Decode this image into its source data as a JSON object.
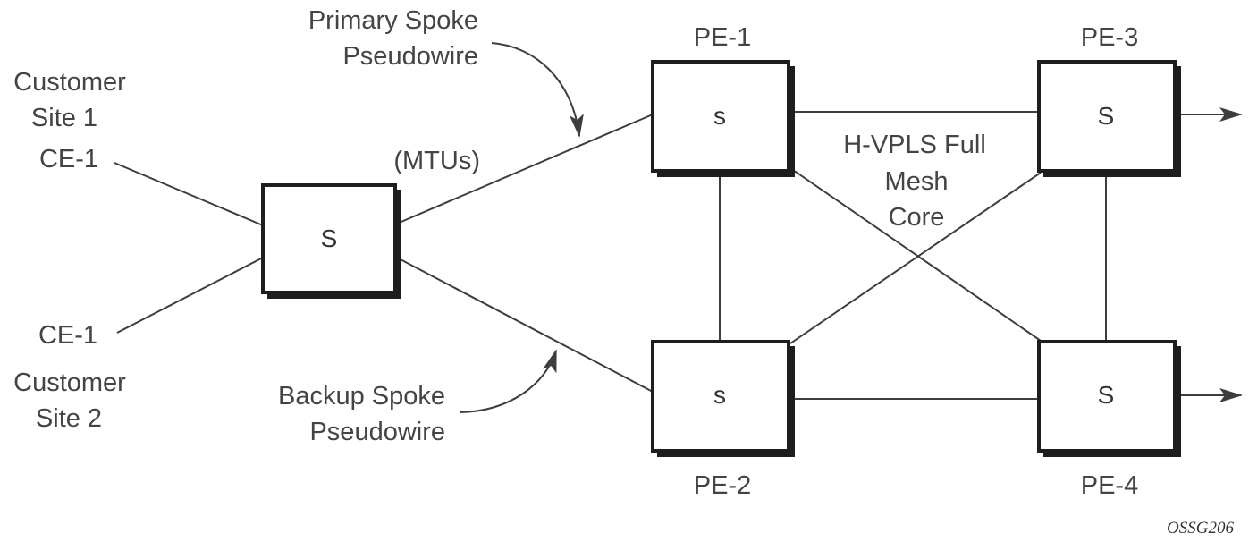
{
  "diagram": {
    "labels": {
      "primary_spoke_line1": "Primary Spoke",
      "primary_spoke_line2": "Pseudowire",
      "backup_spoke_line1": "Backup Spoke",
      "backup_spoke_line2": "Pseudowire",
      "customer_site_1_line1": "Customer",
      "customer_site_1_line2": "Site 1",
      "ce1_top": "CE-1",
      "ce1_bottom": "CE-1",
      "customer_site_2_line1": "Customer",
      "customer_site_2_line2": "Site 2",
      "mtus": "(MTUs)",
      "core_line1": "H-VPLS Full",
      "core_line2": "Mesh",
      "core_line3": "Core",
      "figure_id": "OSSG206"
    },
    "nodes": {
      "mtu": {
        "name": "",
        "symbol": "S"
      },
      "pe1": {
        "name": "PE-1",
        "symbol": "s"
      },
      "pe2": {
        "name": "PE-2",
        "symbol": "s"
      },
      "pe3": {
        "name": "PE-3",
        "symbol": "S"
      },
      "pe4": {
        "name": "PE-4",
        "symbol": "S"
      }
    },
    "links": [
      {
        "from": "CE-1 (Site 1)",
        "to": "MTU"
      },
      {
        "from": "CE-1 (Site 2)",
        "to": "MTU"
      },
      {
        "from": "MTU",
        "to": "PE-1",
        "type": "primary spoke pseudowire"
      },
      {
        "from": "MTU",
        "to": "PE-2",
        "type": "backup spoke pseudowire"
      },
      {
        "from": "PE-1",
        "to": "PE-3"
      },
      {
        "from": "PE-1",
        "to": "PE-2"
      },
      {
        "from": "PE-1",
        "to": "PE-4"
      },
      {
        "from": "PE-2",
        "to": "PE-3"
      },
      {
        "from": "PE-2",
        "to": "PE-4"
      },
      {
        "from": "PE-3",
        "to": "PE-4"
      },
      {
        "from": "PE-3",
        "to": "outbound"
      },
      {
        "from": "PE-4",
        "to": "outbound"
      }
    ]
  }
}
